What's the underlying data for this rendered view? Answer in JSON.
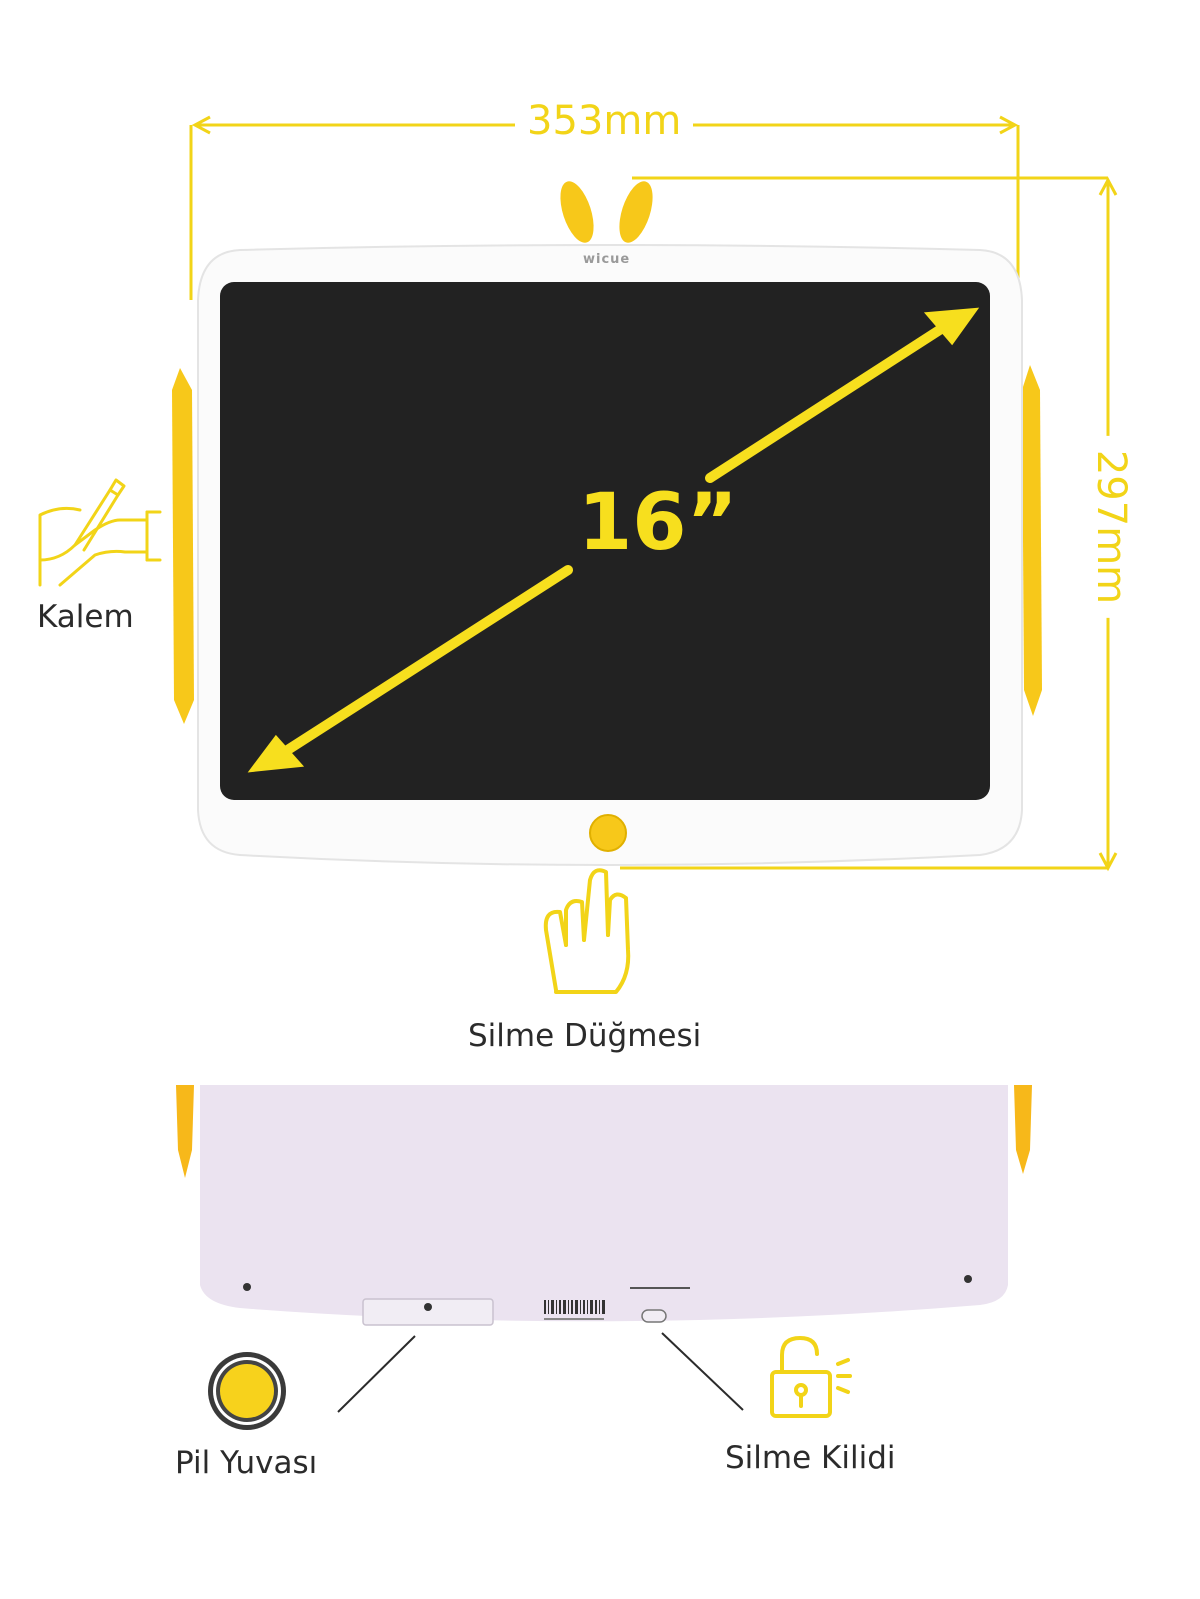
{
  "brand": "wicue",
  "dimensions": {
    "width": "353mm",
    "height": "297mm",
    "diagonal": "16”"
  },
  "labels": {
    "pen": "Kalem",
    "erase_button": "Silme Düğmesi",
    "battery_slot": "Pil Yuvası",
    "erase_lock": "Silme Kilidi"
  },
  "colors": {
    "accent": "#f7df1e",
    "screen": "#222222",
    "frame": "#ffffff",
    "back": "#e9e2ee"
  },
  "icons": [
    "pen-hand-icon",
    "finger-press-icon",
    "battery-coin-icon",
    "unlock-icon"
  ]
}
